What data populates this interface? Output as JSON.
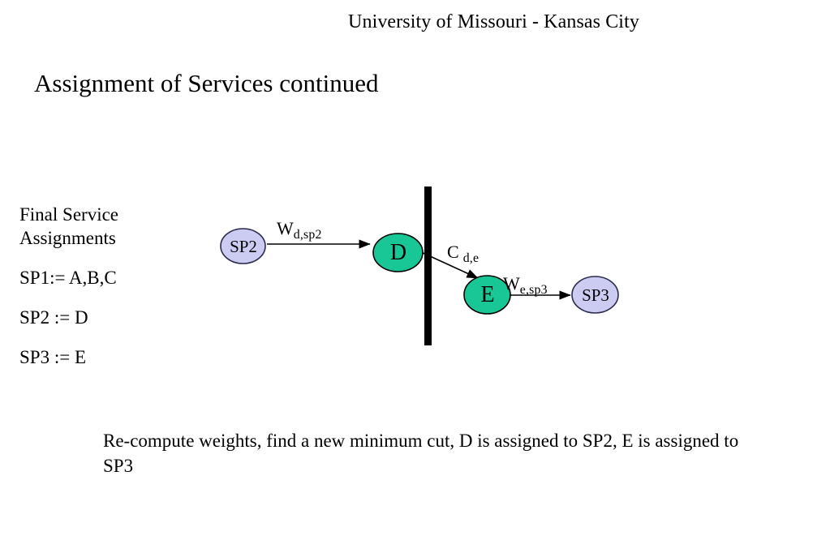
{
  "header": {
    "institution": "University of Missouri - Kansas City"
  },
  "title": "Assignment of Services continued",
  "left_block": {
    "heading_line1": "Final Service",
    "heading_line2": "Assignments",
    "assignments": [
      "SP1:= A,B,C",
      "SP2 := D",
      "SP3 := E"
    ]
  },
  "diagram": {
    "nodes": [
      {
        "id": "sp2",
        "label": "SP2",
        "type": "provider",
        "fill": "#CCCCF2",
        "stroke": "#2B2B4D"
      },
      {
        "id": "d",
        "label": "D",
        "type": "service",
        "fill": "#19C796",
        "stroke": "#000000"
      },
      {
        "id": "e",
        "label": "E",
        "type": "service",
        "fill": "#19C796",
        "stroke": "#000000"
      },
      {
        "id": "sp3",
        "label": "SP3",
        "type": "provider",
        "fill": "#CCCCF2",
        "stroke": "#2B2B4D"
      }
    ],
    "edges": [
      {
        "from": "sp2",
        "to": "d",
        "label_base": "W",
        "label_sub": "d,sp2"
      },
      {
        "from": "d",
        "to": "e",
        "label_base": "C",
        "label_sub": "d,e"
      },
      {
        "from": "e",
        "to": "sp3",
        "label_base": "W",
        "label_sub": "e,sp3"
      }
    ],
    "cut": {
      "name": "minimum-cut-bar",
      "color": "#000000"
    }
  },
  "caption": "Re-compute weights, find a new minimum cut, D is assigned to SP2, E is assigned to SP3"
}
